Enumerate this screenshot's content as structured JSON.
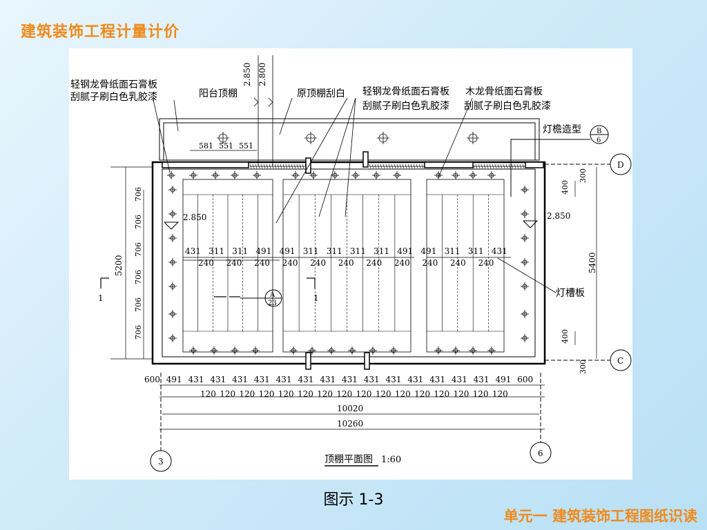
{
  "header": {
    "title": "建筑装饰工程计量计价"
  },
  "caption": {
    "text": "图示 1-3"
  },
  "footer": {
    "text": "单元一  建筑装饰工程图纸识读"
  },
  "drawing": {
    "title": "顶棚平面图",
    "scale": "1:60",
    "elevation_marks": [
      "2.850",
      "2.800"
    ],
    "labels": {
      "gypsum_left_1": "轻钢龙骨纸面石膏板",
      "gypsum_left_2": "刮腻子刷白色乳胶漆",
      "balcony_ceiling": "阳台顶棚",
      "original_ceiling": "原顶棚刮白",
      "gypsum_mid_1": "轻钢龙骨纸面石膏板",
      "gypsum_mid_2": "刮腻子刷白色乳胶漆",
      "wood_1": "木龙骨纸面石膏板",
      "wood_2": "刮腻子刷白色乳胶漆",
      "cornice": "灯檐造型",
      "light_trough": "灯槽板",
      "elev_left": "2.850",
      "elev_right": "2.850"
    },
    "top_dims": [
      "581",
      "551",
      "551"
    ],
    "left_dims": [
      "706",
      "706",
      "706",
      "706",
      "706",
      "706"
    ],
    "left_total": "5200",
    "right_dims": [
      "300",
      "400",
      "400",
      "300"
    ],
    "right_total": "5400",
    "row1_dims": [
      "431",
      "311",
      "311",
      "491",
      "491",
      "311",
      "311",
      "311",
      "311",
      "491",
      "491",
      "311",
      "311",
      "431"
    ],
    "row2_dims": [
      "240",
      "240",
      "240",
      "240",
      "240",
      "240",
      "240",
      "240",
      "240",
      "240",
      "240"
    ],
    "bottom_row1": [
      "600",
      "491",
      "431",
      "431",
      "431",
      "431",
      "431",
      "431",
      "431",
      "431",
      "431",
      "431",
      "431",
      "431",
      "431",
      "431",
      "491",
      "600"
    ],
    "bottom_row2": [
      "120",
      "120",
      "120",
      "120",
      "120",
      "120",
      "120",
      "120",
      "120",
      "120",
      "120",
      "120",
      "120",
      "120",
      "120",
      "120"
    ],
    "total_1": "10020",
    "total_2": "10260",
    "axis": {
      "D": "D",
      "C": "C",
      "three": "3",
      "six": "6"
    },
    "detail_a": {
      "top": "A",
      "bottom": "23"
    },
    "detail_b": {
      "top": "B",
      "bottom": "6"
    },
    "section_mark": "1"
  }
}
